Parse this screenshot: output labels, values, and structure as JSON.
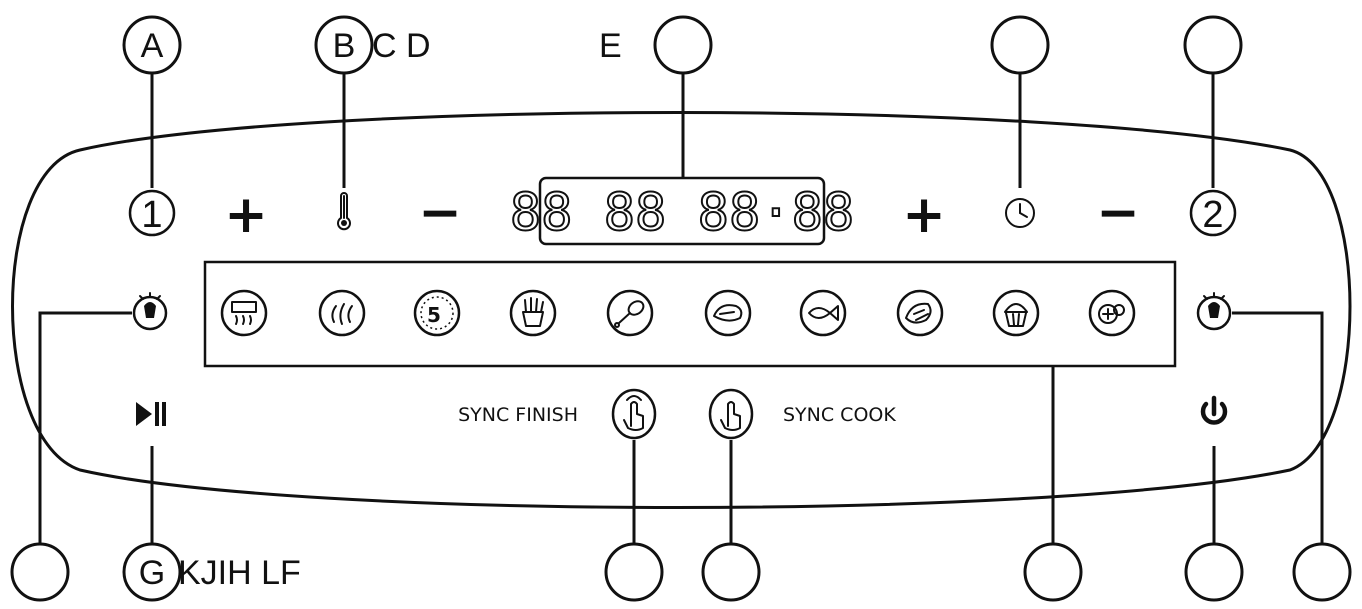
{
  "callout_labels": {
    "a": "A",
    "b": "B",
    "cd": "C D",
    "e": "E",
    "g": "G",
    "kjih_lf": "KJIH LF"
  },
  "panel": {
    "display": "88 88 88·88",
    "zone_1": "1",
    "zone_2": "2",
    "plus": "+",
    "minus": "−",
    "sync_finish": "SYNC FINISH",
    "sync_cook": "SYNC COOK"
  },
  "preset_icons": [
    "broil-icon",
    "dehydrate-icon",
    "timer-5-icon",
    "fries-icon",
    "chicken-leg-icon",
    "steak-icon",
    "fish-icon",
    "vegetables-icon",
    "cupcake-icon",
    "reheat-icon"
  ]
}
